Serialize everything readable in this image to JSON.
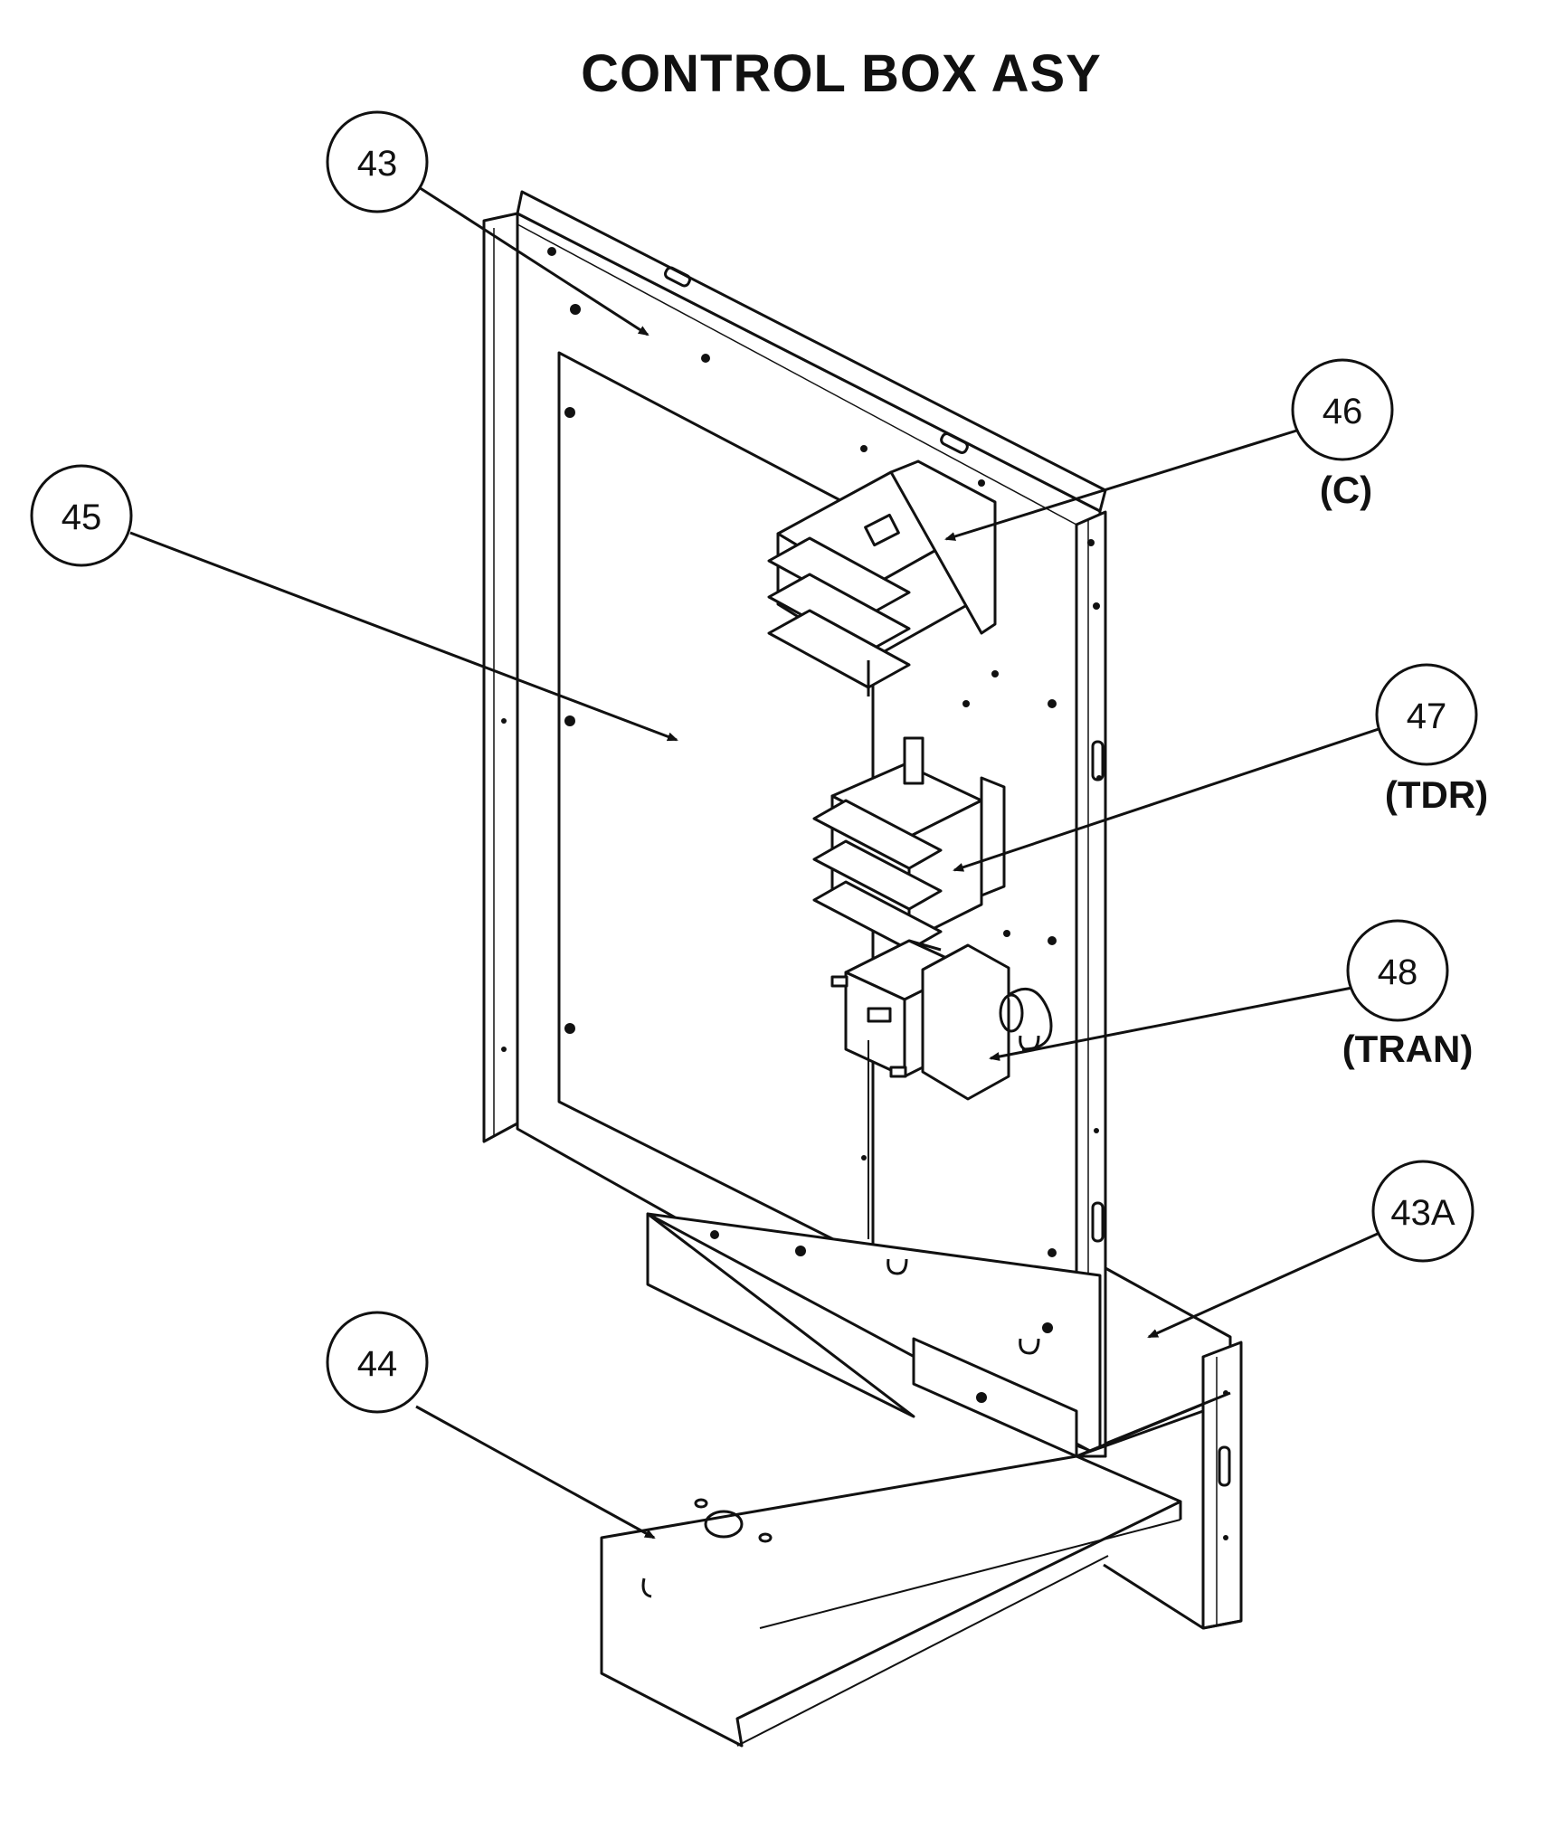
{
  "title": "CONTROL BOX ASY",
  "callouts": [
    {
      "id": "43",
      "label": "43",
      "sublabel": ""
    },
    {
      "id": "43A",
      "label": "43A",
      "sublabel": ""
    },
    {
      "id": "44",
      "label": "44",
      "sublabel": ""
    },
    {
      "id": "45",
      "label": "45",
      "sublabel": ""
    },
    {
      "id": "46",
      "label": "46",
      "sublabel": "(C)"
    },
    {
      "id": "47",
      "label": "47",
      "sublabel": "(TDR)"
    },
    {
      "id": "48",
      "label": "48",
      "sublabel": "(TRAN)"
    }
  ]
}
